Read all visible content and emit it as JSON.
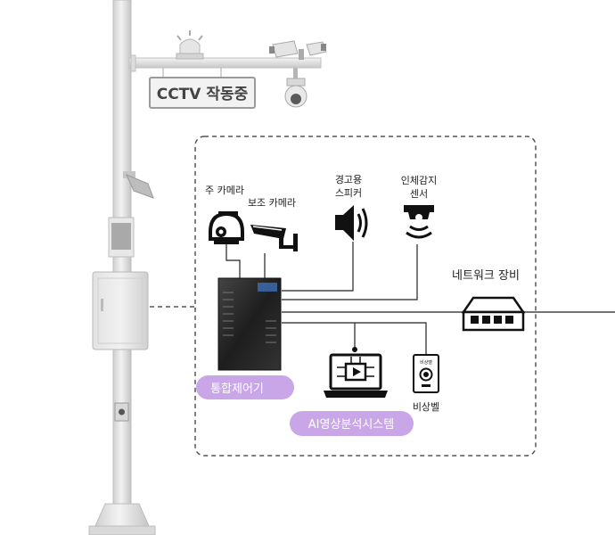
{
  "diagram": {
    "sign_text": "CCTV 작동중",
    "labels": {
      "main_camera": "주 카메라",
      "aux_camera": "보조 카메라",
      "speaker_line1": "경고용",
      "speaker_line2": "스피커",
      "sensor_line1": "인체감지",
      "sensor_line2": "센서",
      "network": "네트워크 장비",
      "controller": "통합제어기",
      "ai_system": "AI영상분석시스템",
      "emergency_bell": "비상벨",
      "bell_face": "비상벨"
    },
    "colors": {
      "pill": "#c9a6e8",
      "pole": "#e6e6e6",
      "controller": "#2a2a2a",
      "dashed_border": "#555555"
    },
    "icons": [
      "beacon-light-icon",
      "cctv-camera-icon",
      "dome-camera-icon",
      "ptz-camera-icon",
      "bullet-camera-icon",
      "speaker-icon",
      "motion-sensor-icon",
      "network-switch-icon",
      "ai-monitor-icon",
      "emergency-bell-icon"
    ]
  }
}
